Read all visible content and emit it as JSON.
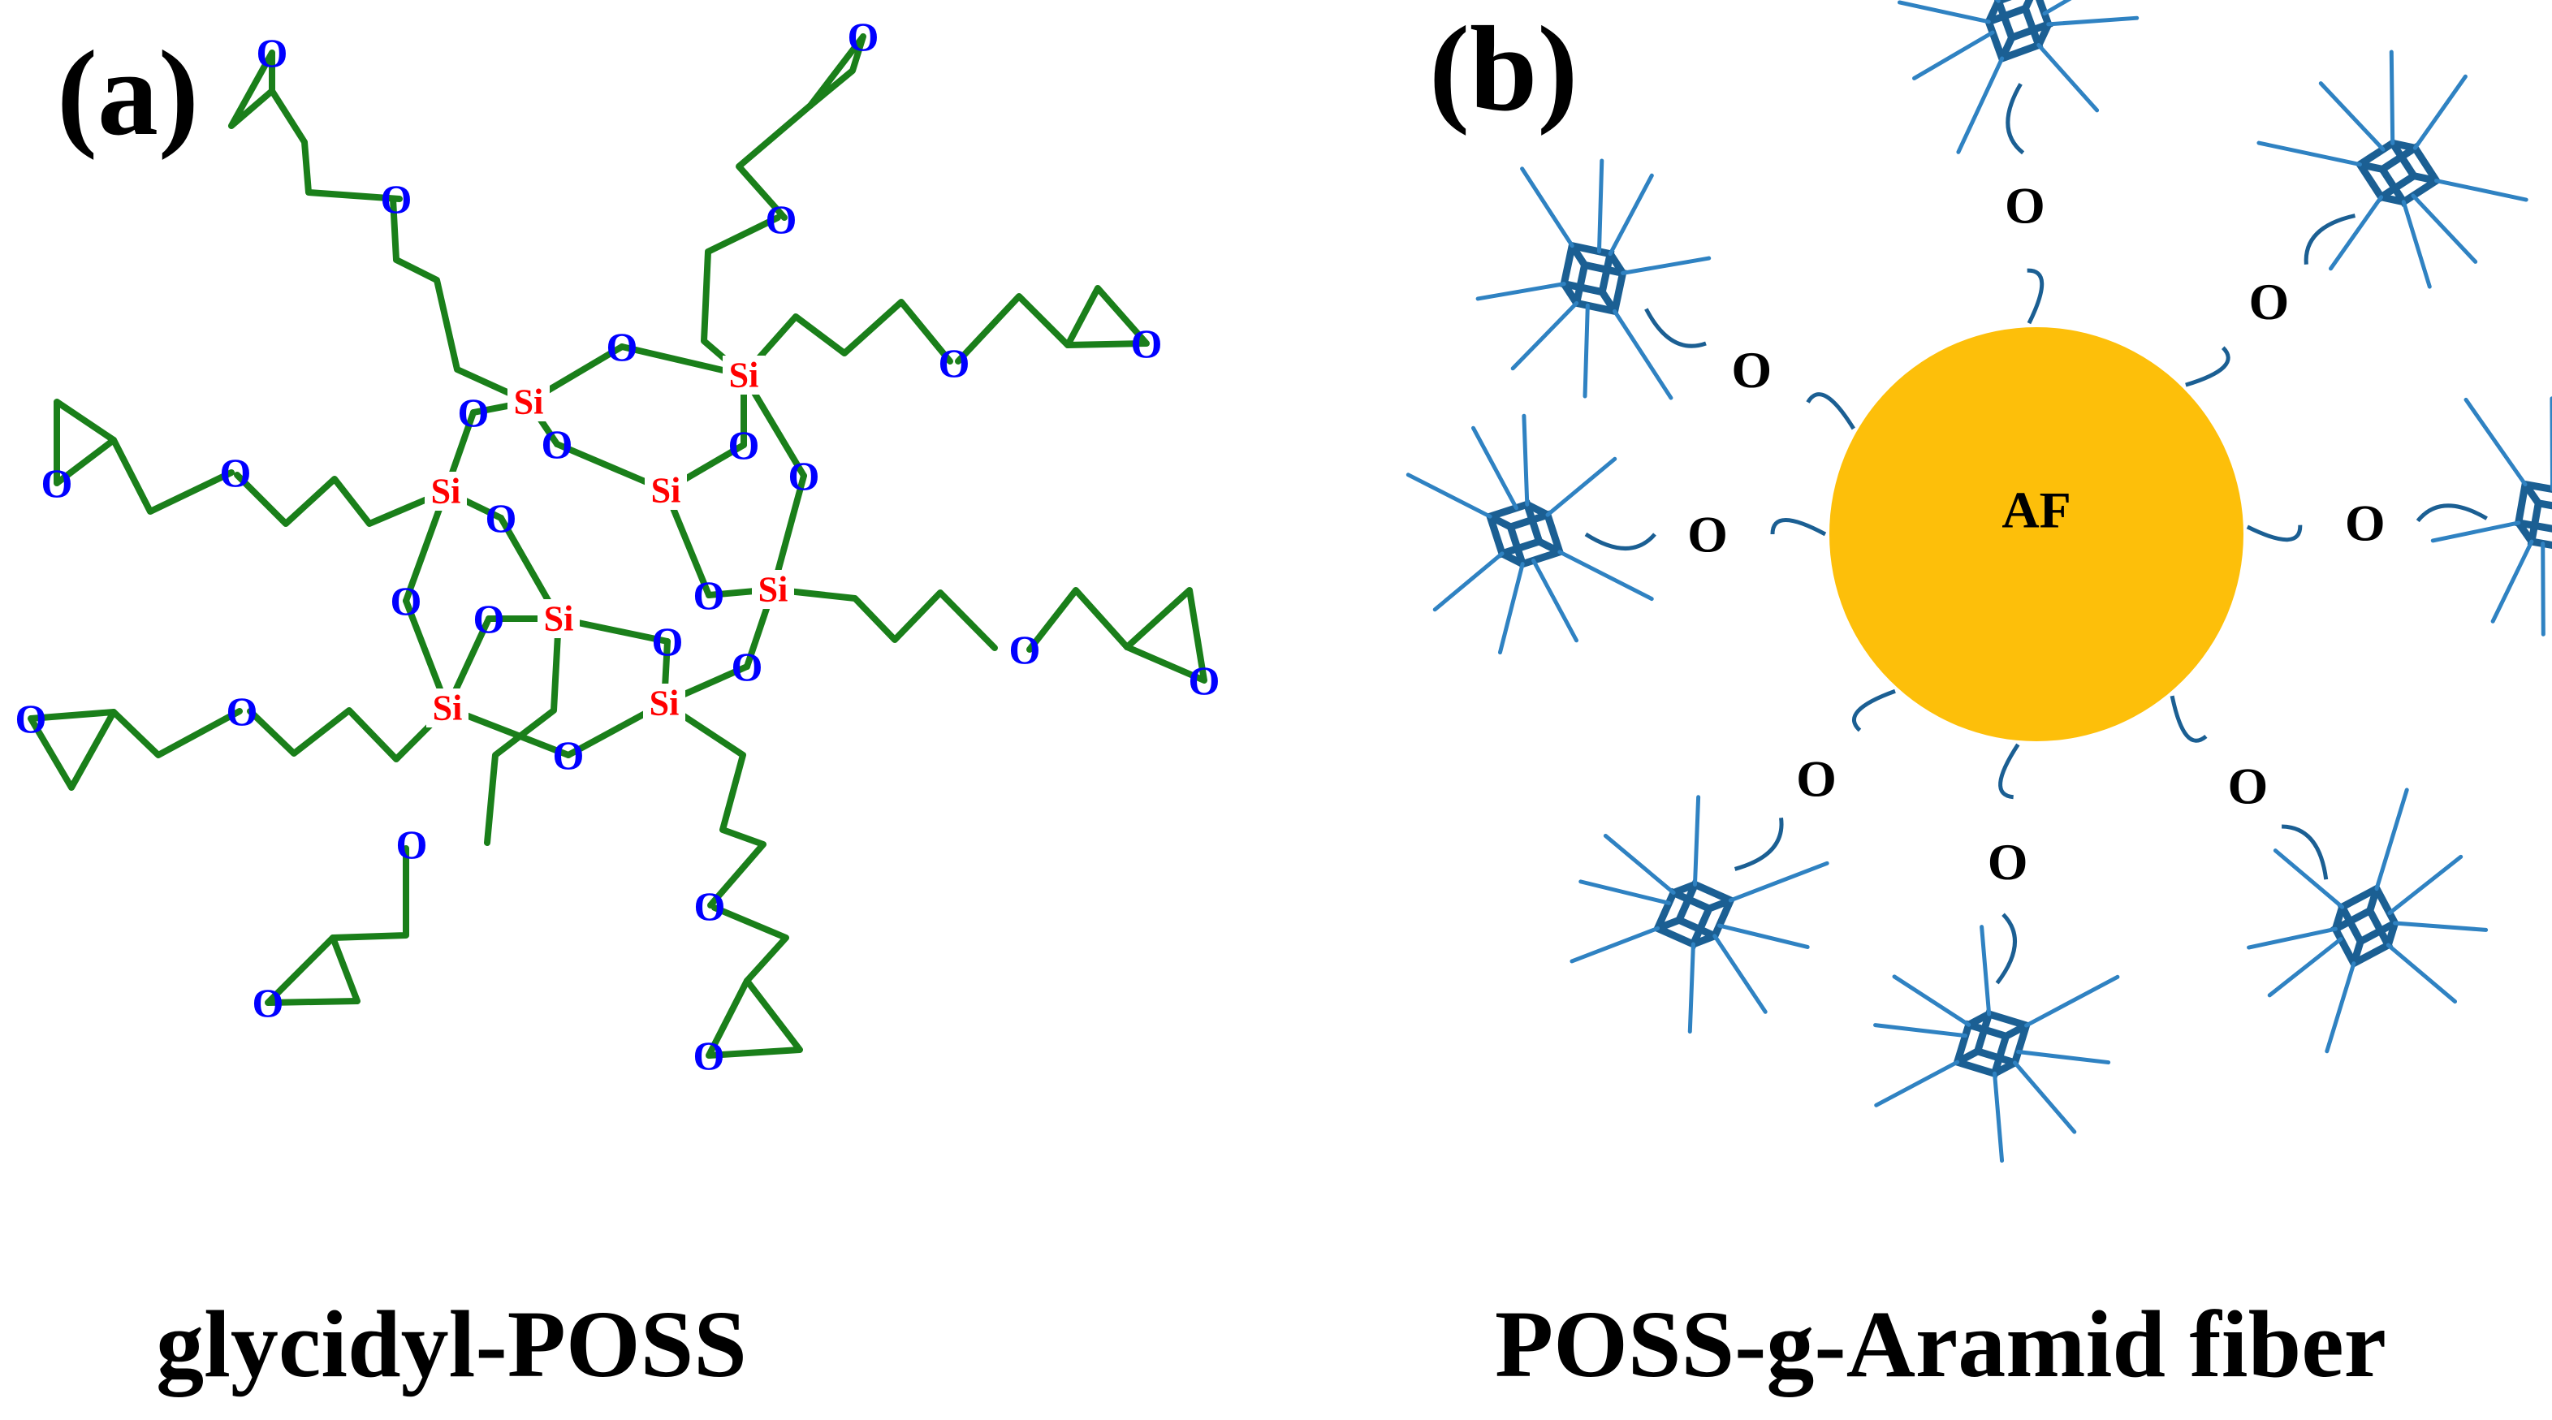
{
  "panels": {
    "a": {
      "label": "(a)",
      "caption": "glycidyl-POSS",
      "atoms": {
        "silicon": "Si",
        "oxygen": "O"
      }
    },
    "b": {
      "label": "(b)",
      "caption": "POSS-g-Aramid fiber",
      "core_label": "AF",
      "linker_atom": "O"
    }
  },
  "colors": {
    "bond": "#1a7f1a",
    "silicon": "#ff0000",
    "oxygen": "#0000ff",
    "fiber": "#fdbf0a",
    "poss_cube": "#1b5f93",
    "poss_spike": "#2f82c2",
    "linker_text": "#000000"
  },
  "icons": {
    "poss_cage": "cube-cage-icon",
    "epoxide": "epoxide-ring-icon"
  }
}
